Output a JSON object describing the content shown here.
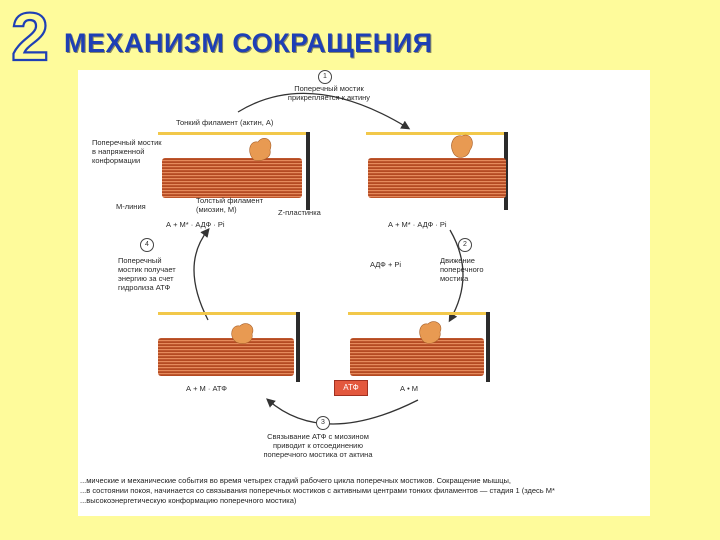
{
  "slide": {
    "number": "2",
    "title": "МЕХАНИЗМ СОКРАЩЕНИЯ"
  },
  "diagram": {
    "step_labels": [
      "1",
      "2",
      "3",
      "4"
    ],
    "top_arrow_text": [
      "Поперечный мостик",
      "прикрепляется к актину"
    ],
    "thin_filament": "Тонкий филамент (актин, А)",
    "cross_bridge_tense": [
      "Поперечный мостик",
      "в напряженной",
      "конформации"
    ],
    "thick_filament": [
      "Толстый филамент",
      "(миозин, М)"
    ],
    "m_line": "М-линия",
    "z_line": "Z-пластинка",
    "state_top_left": "А + М* · АДФ · Рi",
    "state_top_right": "А + М* · АДФ · Рi",
    "adp_release": "АДФ + Рi",
    "bridge_movement": [
      "Движение",
      "поперечного",
      "мостика"
    ],
    "cross_bridge_energy": [
      "Поперечный",
      "мостик получает",
      "энергию за счет",
      "гидролиза АТФ"
    ],
    "state_bottom_left": "А + М · АТФ",
    "state_bottom_right": "А • М",
    "atp_box": "АТФ",
    "atp_binding": [
      "Связывание АТФ с миозином",
      "приводит к отсоединению",
      "поперечного мостика от актина"
    ],
    "caption": [
      "...мические и механические события во время четырех стадий рабочего цикла поперечных мостиков. Сокращение мышцы,",
      "...в состоянии покоя, начинается со связывания поперечных мостиков с активными центрами тонких филаментов — стадия 1 (здесь М*",
      "...высокоэнергетическую конформацию поперечного мостика)"
    ]
  },
  "colors": {
    "background": "#fefb9b",
    "title": "#1e3fb5",
    "muscle": "#c4562a",
    "myosin_head": "#e89a52",
    "actin": "#f2c84a",
    "atp_box": "#e3583e"
  }
}
